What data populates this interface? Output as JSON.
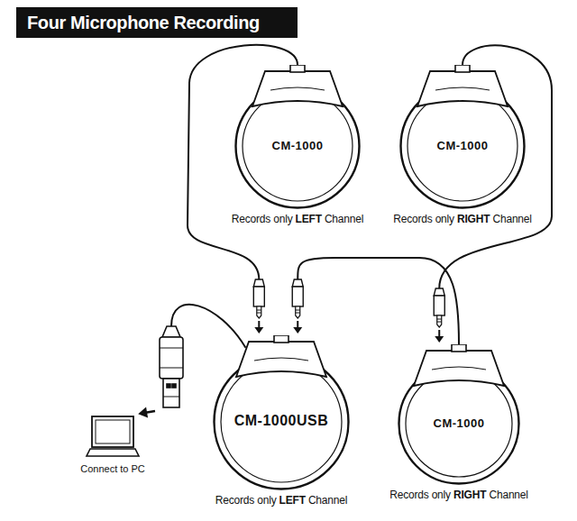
{
  "diagram": {
    "title": "Four Microphone Recording",
    "nodes": [
      {
        "text": [
          "CM-1000",
          "Records only LEFT Channel"
        ]
      },
      {
        "text": [
          "CM-1000",
          "Records only RIGHT Channel"
        ]
      },
      {
        "text": [
          "Connect to PC"
        ]
      },
      {
        "text": [
          "CM-1000USB",
          "Records only LEFT Channel"
        ]
      },
      {
        "text": [
          "CM-1000",
          "Records only RIGHT Channel"
        ]
      }
    ],
    "edges": [
      {
        "from": 0,
        "to": 3,
        "arrow": "to"
      },
      {
        "from": 1,
        "to": 4,
        "arrow": "to"
      },
      {
        "from": 4,
        "to": 3,
        "arrow": "to"
      },
      {
        "from": 3,
        "to": 2,
        "arrow": "to"
      }
    ]
  }
}
